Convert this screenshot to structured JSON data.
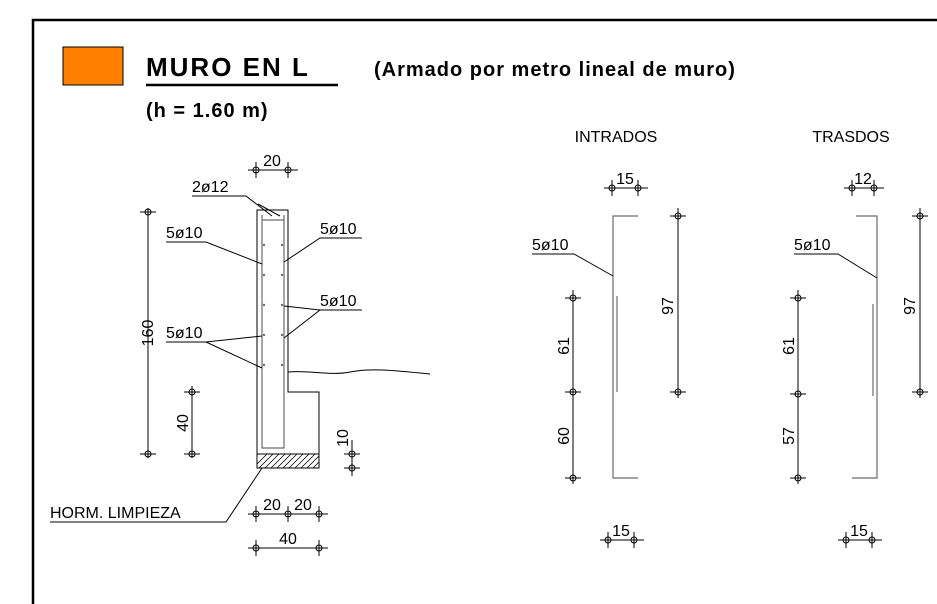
{
  "header": {
    "swatch_color": "#ff8000",
    "title": "MURO EN L",
    "subtitle": "(Armado por metro lineal de muro)",
    "height_note": "(h = 1.60 m)"
  },
  "section": {
    "top_width_dim": "20",
    "top_bar_label": "2ø12",
    "bar_label_left_upper": "5ø10",
    "bar_label_right_upper": "5ø10",
    "bar_label_right_lower": "5ø10",
    "bar_label_left_lower": "5ø10",
    "height_dim": "160",
    "footing_height_dim": "40",
    "base_thickness_dim": "10",
    "lean_concrete_label": "HORM. LIMPIEZA",
    "base_dim_left": "20",
    "base_dim_right": "20",
    "base_total_dim": "40"
  },
  "intrados": {
    "title": "INTRADOS",
    "top_hook_dim": "15",
    "bar_label": "5ø10",
    "length_dim": "97",
    "upper_dim": "61",
    "lower_dim": "60",
    "bottom_hook_dim": "15"
  },
  "trasdos": {
    "title": "TRASDOS",
    "top_hook_dim": "12",
    "bar_label": "5ø10",
    "length_dim": "97",
    "upper_dim": "61",
    "lower_dim": "57",
    "bottom_hook_dim": "15"
  }
}
